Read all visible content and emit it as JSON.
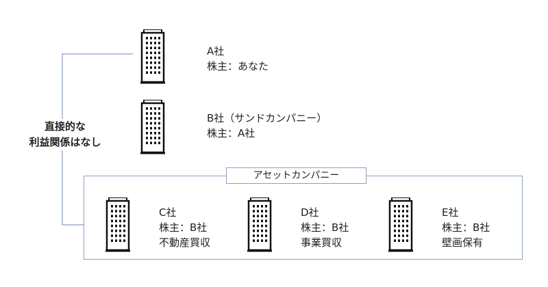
{
  "relation_label": [
    "直接的な",
    "利益関係はなし"
  ],
  "asset_group_label": "アセットカンパニー",
  "colors": {
    "line": "#8a9ec0",
    "building": "#111111"
  },
  "companies": [
    {
      "lines": [
        "A社",
        "株主：あなた"
      ]
    },
    {
      "lines": [
        "B社（サンドカンパニー）",
        "株主：A社"
      ]
    },
    {
      "lines": [
        "C社",
        "株主：B社",
        "不動産買収"
      ]
    },
    {
      "lines": [
        "D社",
        "株主：B社",
        "事業買収"
      ]
    },
    {
      "lines": [
        "E社",
        "株主：B社",
        "壁画保有"
      ]
    }
  ]
}
